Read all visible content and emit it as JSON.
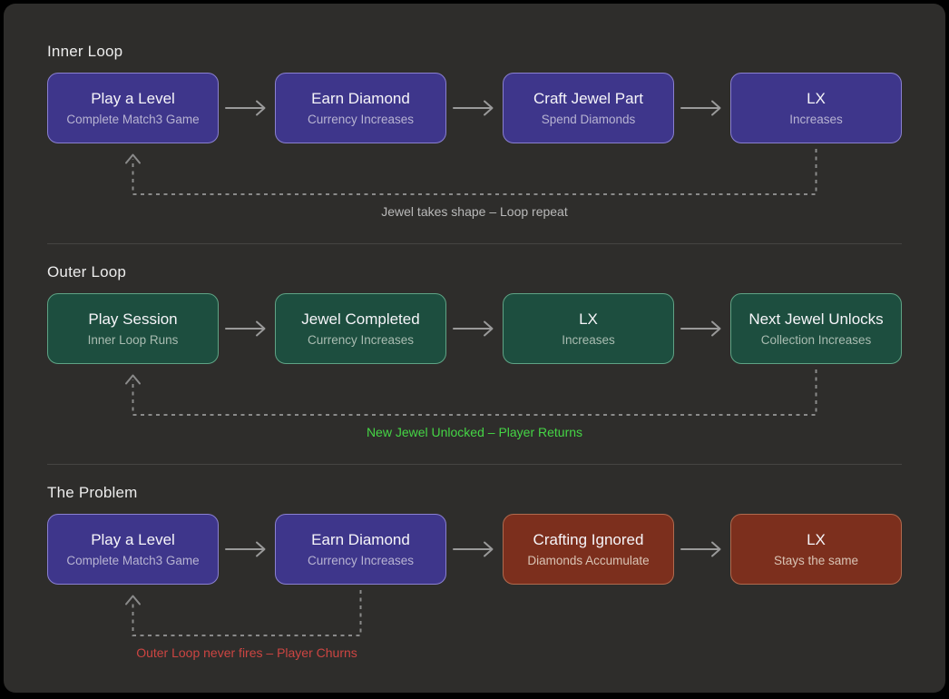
{
  "colors": {
    "panel_background": "#2e2d2b",
    "purple_fill": "#3e368b",
    "purple_border": "#8a80d0",
    "green_fill": "#1d4e3f",
    "green_border": "#5fa385",
    "red_fill": "#7c2f1d",
    "red_border": "#b06a4e",
    "arrow_gray": "#9a9a9a",
    "dashed_gray": "#8a8a8a",
    "label_gray": "#b9b9b9",
    "label_green": "#45d545",
    "label_red": "#cc4542"
  },
  "sections": [
    {
      "title": "Inner Loop",
      "boxes": [
        {
          "title": "Play a Level",
          "subtitle": "Complete Match3 Game",
          "variant": "purple"
        },
        {
          "title": "Earn Diamond",
          "subtitle": "Currency Increases",
          "variant": "purple"
        },
        {
          "title": "Craft Jewel Part",
          "subtitle": "Spend Diamonds",
          "variant": "purple"
        },
        {
          "title": "LX",
          "subtitle": "Increases",
          "variant": "purple"
        }
      ],
      "loop": {
        "from": "LX",
        "to": "Play a Level",
        "label": "Jewel takes shape – Loop repeat",
        "label_color": "gray"
      }
    },
    {
      "title": "Outer Loop",
      "boxes": [
        {
          "title": "Play Session",
          "subtitle": "Inner Loop Runs",
          "variant": "green"
        },
        {
          "title": "Jewel Completed",
          "subtitle": "Currency Increases",
          "variant": "green"
        },
        {
          "title": "LX",
          "subtitle": "Increases",
          "variant": "green"
        },
        {
          "title": "Next Jewel Unlocks",
          "subtitle": "Collection Increases",
          "variant": "green"
        }
      ],
      "loop": {
        "from": "Next Jewel Unlocks",
        "to": "Play Session",
        "label": "New Jewel Unlocked – Player Returns",
        "label_color": "green"
      }
    },
    {
      "title": "The Problem",
      "boxes": [
        {
          "title": "Play a Level",
          "subtitle": "Complete Match3 Game",
          "variant": "purple"
        },
        {
          "title": "Earn Diamond",
          "subtitle": "Currency Increases",
          "variant": "purple"
        },
        {
          "title": "Crafting Ignored",
          "subtitle": "Diamonds Accumulate",
          "variant": "red"
        },
        {
          "title": "LX",
          "subtitle": "Stays the same",
          "variant": "red"
        }
      ],
      "loop": {
        "from": "Earn Diamond",
        "to": "Play a Level",
        "label": "Outer Loop never fires – Player Churns",
        "label_color": "red"
      }
    }
  ]
}
